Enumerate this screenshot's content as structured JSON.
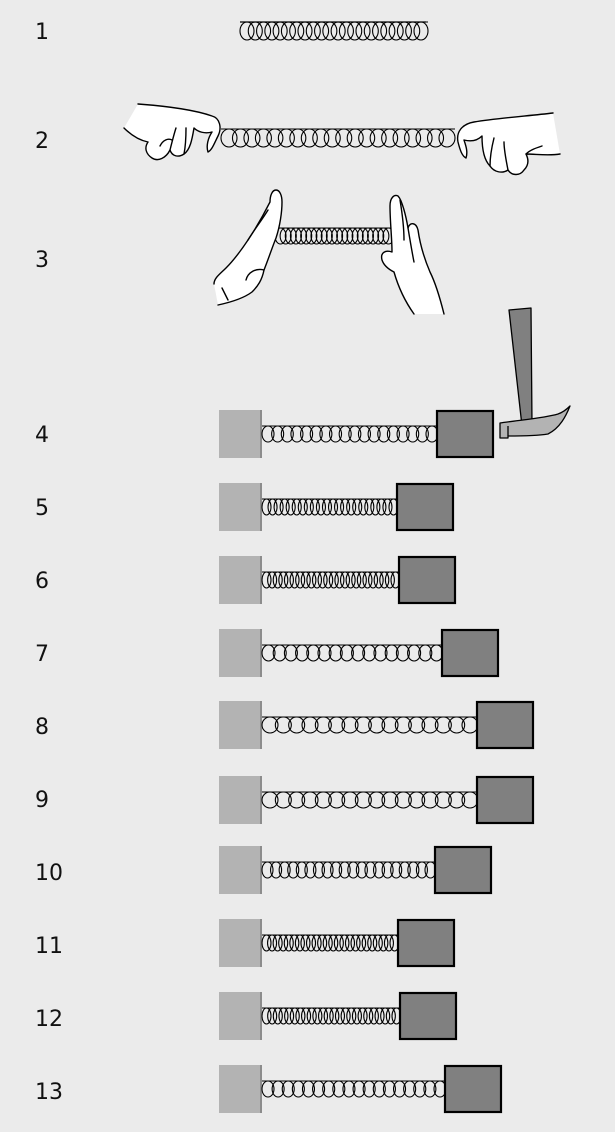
{
  "rows": [
    {
      "label": "1"
    },
    {
      "label": "2"
    },
    {
      "label": "3"
    },
    {
      "label": "4"
    },
    {
      "label": "5"
    },
    {
      "label": "6"
    },
    {
      "label": "7"
    },
    {
      "label": "8"
    },
    {
      "label": "9"
    },
    {
      "label": "10"
    },
    {
      "label": "11"
    },
    {
      "label": "12"
    },
    {
      "label": "13"
    }
  ],
  "colors": {
    "background": "#ebebeb",
    "wall": "#b3b3b3",
    "mass_block": "#808080",
    "hammer_handle": "#808080",
    "hammer_head": "#b3b3b3",
    "stroke": "#000000"
  },
  "icons": {
    "spring": "coil-spring-icon",
    "hand": "hand-icon",
    "hammer": "hammer-icon",
    "wall": "wall-block",
    "mass": "mass-block"
  }
}
